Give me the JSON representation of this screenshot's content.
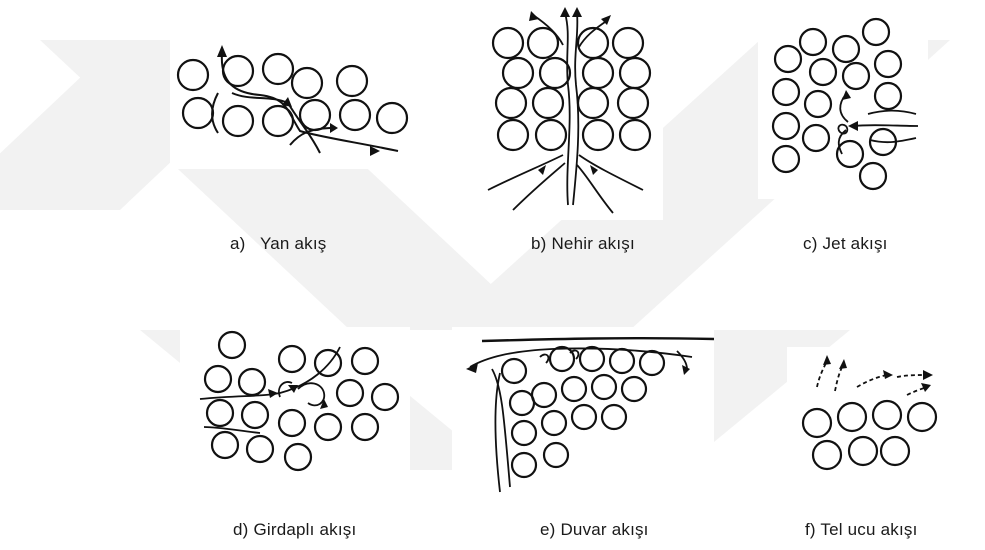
{
  "figure": {
    "captions": {
      "a": "a)   Yan akış",
      "b": "b) Nehir akışı",
      "c": "c) Jet akışı",
      "d": "d) Girdaplı akışı",
      "e": "e) Duvar akışı",
      "f": "f) Tel ucu akışı"
    }
  }
}
